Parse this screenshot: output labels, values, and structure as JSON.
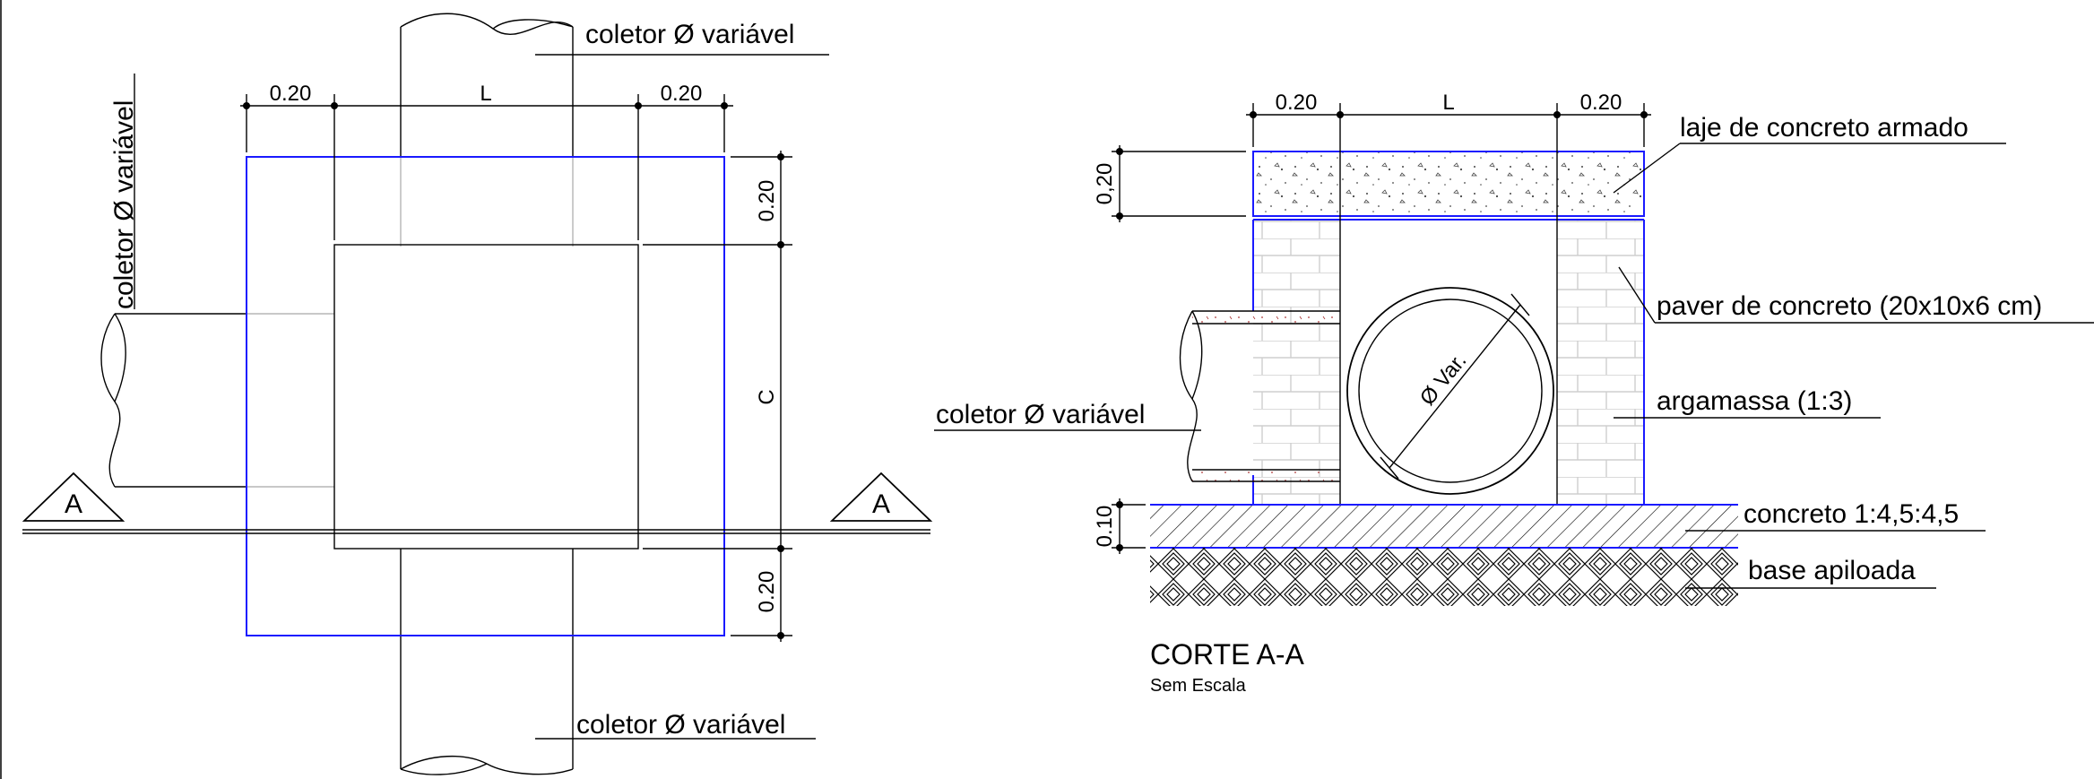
{
  "plan": {
    "collector_top": "coletor Ø variável",
    "collector_left": "coletor Ø variável",
    "collector_bottom": "coletor Ø variável",
    "dim_left": "0.20",
    "dim_L": "L",
    "dim_right": "0.20",
    "dim_v_top": "0.20",
    "dim_C": "C",
    "dim_v_bottom": "0.20",
    "section_mark_left": "A",
    "section_mark_right": "A"
  },
  "section": {
    "title": "CORTE A-A",
    "subtitle": "Sem Escala",
    "dim_left": "0.20",
    "dim_L": "L",
    "dim_right": "0.20",
    "dim_slab": "0,20",
    "dim_base": "0.10",
    "pipe_diameter": "Ø Var.",
    "labels": {
      "slab": "laje de concreto armado",
      "paver": "paver de concreto (20x10x6 cm)",
      "collector": "coletor Ø variável",
      "mortar": "argamassa (1:3)",
      "concrete": "concreto 1:4,5:4,5",
      "base": "base apiloada"
    }
  },
  "colors": {
    "outline": "#1a1aff",
    "line": "#000000",
    "hidden": "#b5b5b5"
  }
}
